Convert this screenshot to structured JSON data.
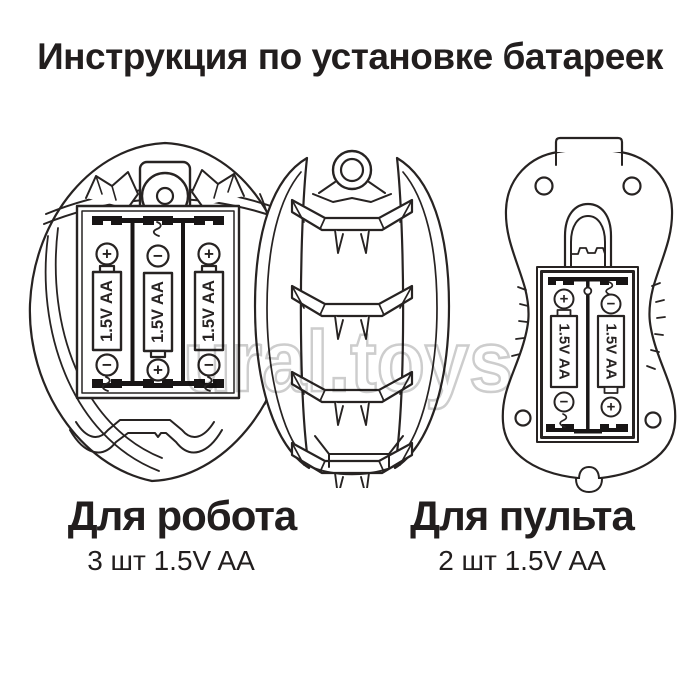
{
  "title": "Инструкция по установке батареек",
  "watermark": "ural.toys",
  "colors": {
    "ink": "#272322",
    "fill_black": "#181515",
    "watermark_stroke": "#cdcdcd"
  },
  "robot": {
    "caption": "Для робота",
    "spec": "3 шт 1.5V AA",
    "batteries": [
      {
        "label": "1.5V AA",
        "top_terminal": "+",
        "bottom_terminal": "−"
      },
      {
        "label": "1.5V AA",
        "top_terminal": "−",
        "bottom_terminal": "+"
      },
      {
        "label": "1.5V AA",
        "top_terminal": "+",
        "bottom_terminal": "−"
      }
    ]
  },
  "remote": {
    "caption": "Для пульта",
    "spec": "2 шт 1.5V AA",
    "batteries": [
      {
        "label": "1.5V AA",
        "top_terminal": "+",
        "bottom_terminal": "−"
      },
      {
        "label": "1.5V AA",
        "top_terminal": "−",
        "bottom_terminal": "+"
      }
    ]
  }
}
